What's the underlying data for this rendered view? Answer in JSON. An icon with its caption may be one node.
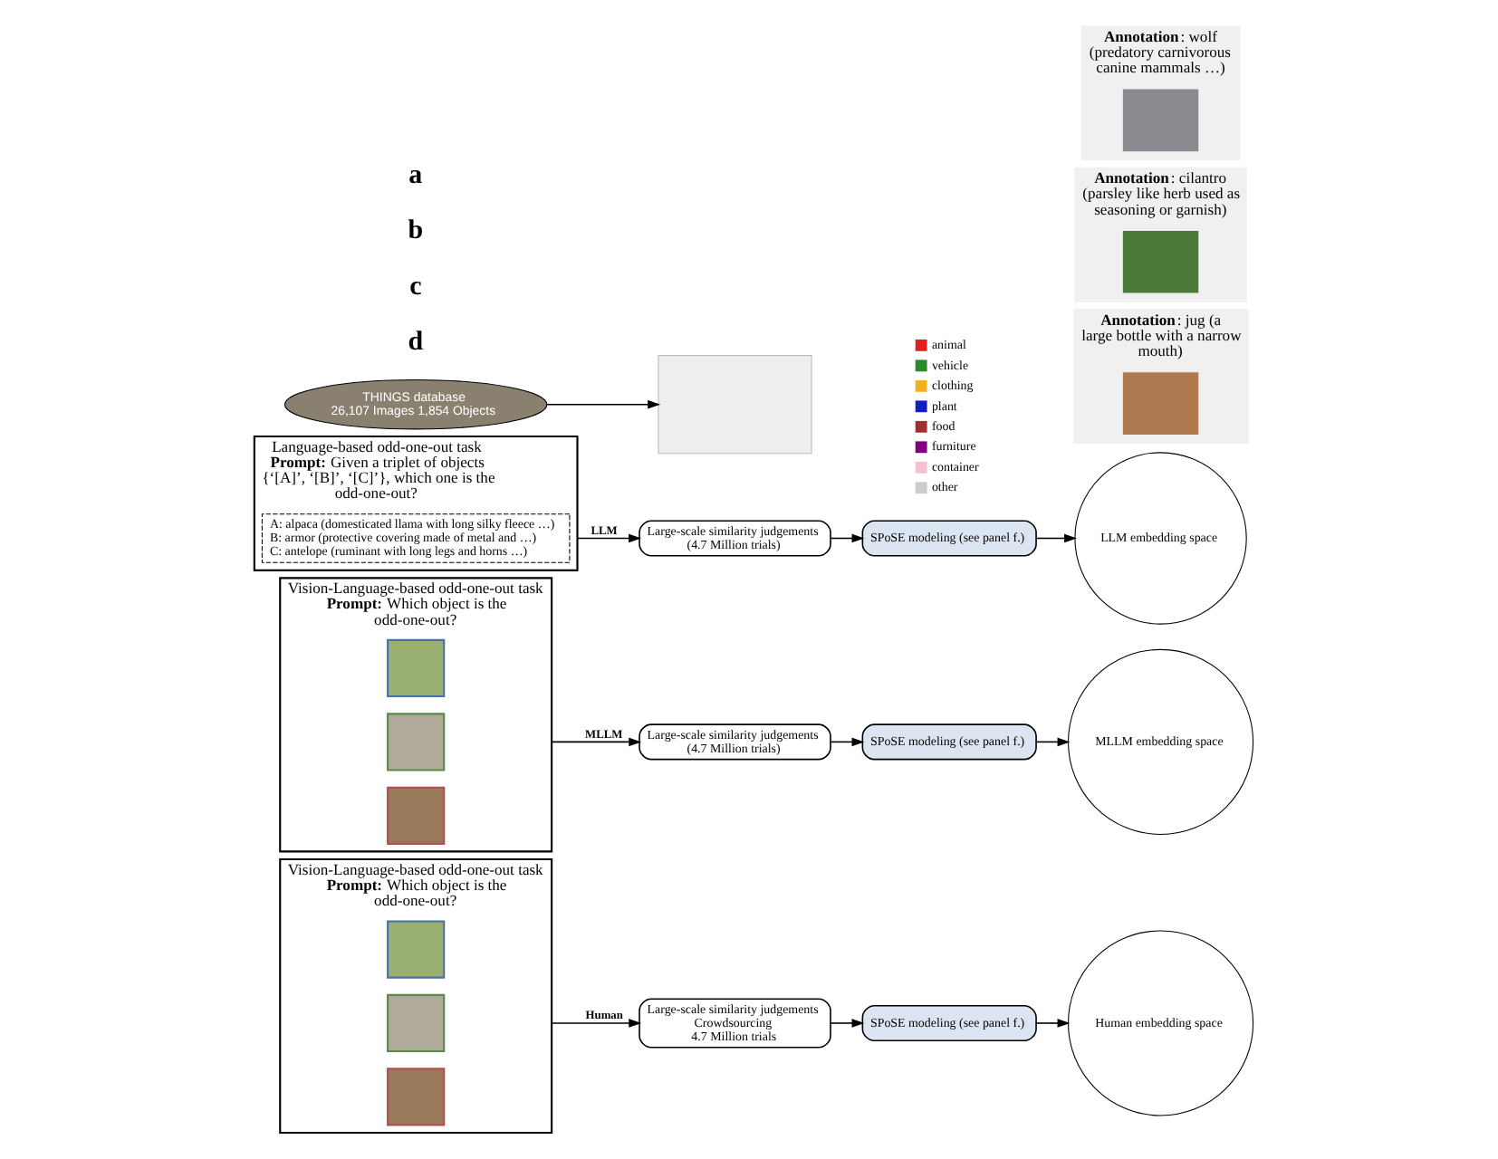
{
  "diagram": {
    "nodes": [
      {
        "text": [
          "THINGS database",
          "26,107 Images 1,854 Objects"
        ]
      },
      {
        "text": [],
        "shape": "box"
      },
      {
        "text": [
          "**Annotation**: wolf (predatory carnivorous canine mammals …)"
        ]
      },
      {
        "text": [],
        "shape": "box",
        "in": 2
      },
      {
        "text": [
          "**Annotation**: cilantro (parsley like herb used as seasoning or garnish)"
        ]
      },
      {
        "text": [],
        "shape": "box",
        "in": 4
      },
      {
        "text": [
          "**Annotation**: jug (a large bottle with a narrow mouth)"
        ]
      },
      {
        "text": [],
        "shape": "box",
        "in": 6
      },
      {
        "text": [
          "Language-based odd-one-out task",
          "**Prompt:** Given a triplet of objects {‘[A]’, ‘[B]’, ‘[C]’}, which one is the odd-one-out?"
        ]
      },
      {
        "text": [
          "A: alpaca (domesticated llama with long silky fleece …)",
          "B: armor (protective covering made of metal and …)",
          "C: antelope (ruminant with long legs and horns …)"
        ],
        "in": 8
      },
      {
        "text": [
          "Large-scale similarity judgements",
          "(4.7 Million trials)"
        ]
      },
      {
        "text": [
          "SPoSE modeling (see panel f.)"
        ]
      },
      {
        "text": [
          "LLM embedding space"
        ]
      },
      {
        "text": [
          "Vision-Language-based odd-one-out task",
          "**Prompt:** Which object is the odd-one-out?"
        ]
      },
      {
        "text": [],
        "shape": "box",
        "in": 13
      },
      {
        "text": [],
        "shape": "box",
        "in": 13
      },
      {
        "text": [],
        "shape": "box",
        "in": 13
      },
      {
        "text": [
          "Large-scale similarity judgements",
          "(4.7 Million trials)"
        ]
      },
      {
        "text": [
          "SPoSE modeling (see panel f.)"
        ]
      },
      {
        "text": [
          "MLLM embedding space"
        ]
      },
      {
        "text": [
          "Vision-Language-based odd-one-out task",
          "**Prompt:** Which object is the odd-one-out?"
        ]
      },
      {
        "text": [],
        "shape": "box",
        "in": 20
      },
      {
        "text": [],
        "shape": "box",
        "in": 20
      },
      {
        "text": [],
        "shape": "box",
        "in": 20
      },
      {
        "text": [
          "Large-scale similarity judgements",
          "Crowdsourcing",
          "4.7 Million trials"
        ]
      },
      {
        "text": [
          "SPoSE modeling (see panel f.)"
        ]
      },
      {
        "text": [
          "Human embedding space"
        ]
      }
    ],
    "edges": [
      {
        "from": 0,
        "to": 1,
        "arrow": "to"
      },
      {
        "from": 8,
        "to": 10,
        "arrow": "to",
        "label": "LLM"
      },
      {
        "from": 10,
        "to": 11,
        "arrow": "to"
      },
      {
        "from": 11,
        "to": 12,
        "arrow": "to"
      },
      {
        "from": 13,
        "to": 17,
        "arrow": "to",
        "label": "MLLM"
      },
      {
        "from": 17,
        "to": 18,
        "arrow": "to"
      },
      {
        "from": 18,
        "to": 19,
        "arrow": "to"
      },
      {
        "from": 20,
        "to": 24,
        "arrow": "to",
        "label": "Human"
      },
      {
        "from": 24,
        "to": 25,
        "arrow": "to"
      },
      {
        "from": 25,
        "to": 26,
        "arrow": "to"
      }
    ],
    "labels": [
      "a",
      "b",
      "c",
      "d"
    ],
    "legend": [
      {
        "text": "animal",
        "color": "#e02020"
      },
      {
        "text": "vehicle",
        "color": "#2a8a2a"
      },
      {
        "text": "clothing",
        "color": "#f0b020"
      },
      {
        "text": "plant",
        "color": "#1020c0"
      },
      {
        "text": "food",
        "color": "#a03030"
      },
      {
        "text": "furniture",
        "color": "#800080"
      },
      {
        "text": "container",
        "color": "#f5c0d0"
      },
      {
        "text": "other",
        "color": "#cccccc"
      }
    ]
  }
}
